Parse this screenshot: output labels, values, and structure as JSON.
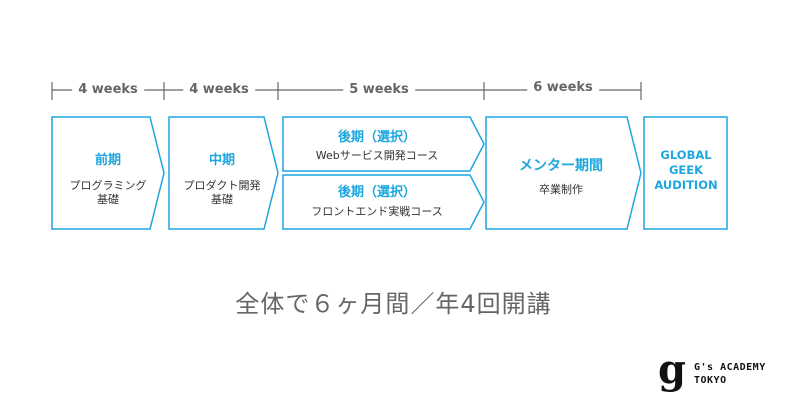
{
  "durations": [
    "4 weeks",
    "4 weeks",
    "5 weeks",
    "6 weeks"
  ],
  "phases": {
    "early": {
      "title": "前期",
      "subtitle": "プログラミング\n基礎"
    },
    "middle": {
      "title": "中期",
      "subtitle": "プロダクト開発\n基礎"
    },
    "late_web": {
      "title": "後期（選択）",
      "subtitle": "Webサービス開発コース"
    },
    "late_front": {
      "title": "後期（選択）",
      "subtitle": "フロントエンド実戦コース"
    },
    "mentor": {
      "title": "メンター期間",
      "subtitle": "卒業制作"
    },
    "gga": {
      "title": "GLOBAL\nGEEK\nAUDITION"
    }
  },
  "summary": "全体で６ヶ月間／年4回開講",
  "logo": {
    "mark": "g",
    "line1": "G's ACADEMY",
    "line2": "TOKYO"
  },
  "colors": {
    "accent": "#1ea6df",
    "text": "#333333",
    "muted": "#666666"
  }
}
